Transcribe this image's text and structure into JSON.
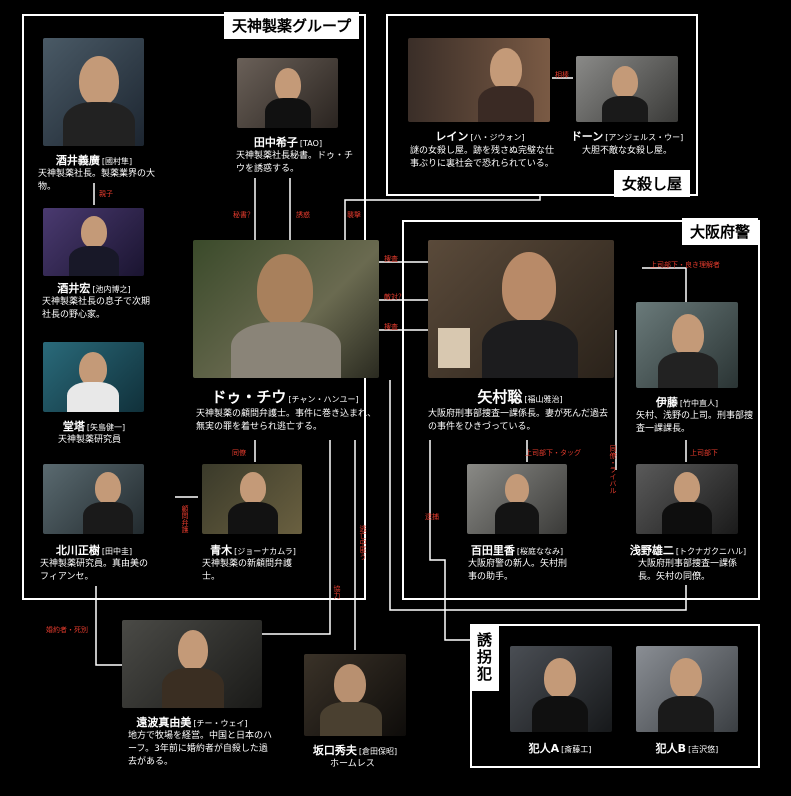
{
  "groups": {
    "tenjin": "天神製薬グループ",
    "assassin": "女殺し屋",
    "police": "大阪府警",
    "kidnapper": "誘拐犯"
  },
  "people": {
    "sakai_yoshihiro": {
      "name": "酒井義廣",
      "actor": "[國村隼]",
      "desc": "天神製薬社長。製薬業界の大物。"
    },
    "tanaka_kiko": {
      "name": "田中希子",
      "actor": "[TAO]",
      "desc": "天神製薬社長秘書。ドゥ・チウを誘惑する。"
    },
    "rain": {
      "name": "レイン",
      "actor": "[ハ・ジウォン]",
      "desc": "謎の女殺し屋。跡を残さぬ完璧な仕事ぶりに裏社会で恐れられている。"
    },
    "dawn": {
      "name": "ドーン",
      "actor": "[アンジェルス・ウー]",
      "desc": "大胆不敵な女殺し屋。"
    },
    "sakai_hiroshi": {
      "name": "酒井宏",
      "actor": "[池内博之]",
      "desc": "天神製薬社長の息子で次期社長の野心家。"
    },
    "du_qiu": {
      "name": "ドゥ・チウ",
      "actor": "[チャン・ハンユー]",
      "desc": "天神製薬の顧問弁護士。事件に巻き込まれ、無実の罪を着せられ逃亡する。"
    },
    "yamura": {
      "name": "矢村聡",
      "actor": "[福山雅治]",
      "desc": "大阪府刑事部捜査一課係長。妻が死んだ過去の事件をひきづっている。"
    },
    "ito": {
      "name": "伊藤",
      "actor": "[竹中直人]",
      "desc": "矢村、浅野の上司。刑事部捜査一課課長。"
    },
    "dotou": {
      "name": "堂塔",
      "actor": "[矢島健一]",
      "desc": "天神製薬研究員"
    },
    "kitagawa": {
      "name": "北川正樹",
      "actor": "[田中圭]",
      "desc": "天神製薬研究員。真由美のフィアンセ。"
    },
    "aoki": {
      "name": "青木",
      "actor": "[ジョーナカムラ]",
      "desc": "天神製薬の新顧問弁護士。"
    },
    "momota": {
      "name": "百田里香",
      "actor": "[桜庭ななみ]",
      "desc": "大阪府警の新人。矢村刑事の助手。"
    },
    "asano": {
      "name": "浅野雄二",
      "actor": "[トクナガクニハル]",
      "desc": "大阪府刑事部捜査一課係長。矢村の同僚。"
    },
    "toba": {
      "name": "遠波真由美",
      "actor": "[チー・ウェイ]",
      "desc": "地方で牧場を経営。中国と日本のハーフ。3年前に婚約者が自殺した過去がある。"
    },
    "sakaguchi": {
      "name": "坂口秀夫",
      "actor": "[倉田保昭]",
      "desc": "ホームレス"
    },
    "kidnapper_a": {
      "name": "犯人A",
      "actor": "[斎藤工]",
      "desc": ""
    },
    "kidnapper_b": {
      "name": "犯人B",
      "actor": "[吉沢悠]",
      "desc": ""
    }
  },
  "relations": {
    "oyako": "親子",
    "aibou": "相棒",
    "hisho": "秘書？",
    "yuwaku": "誘惑",
    "shugeki": "襲撃",
    "sousa1": "捜査",
    "teki": "敵対？",
    "sousa2": "捜査",
    "doki": "同僚",
    "komon": "顧問弁護",
    "joshi_buka1": "上司部下・良き理解者",
    "joshi_buka2": "上司部下・タッグ",
    "doryo_rival": "同僚・ライバル",
    "joshi_buka3": "上司部下",
    "taiho": "逮捕",
    "tousou": "逃亡中匿う",
    "konyaku": "婚約者・死別",
    "tokumei": "協力"
  },
  "colors": {
    "relation": "#e43b2d",
    "line": "#ffffff",
    "background": "#000000"
  }
}
